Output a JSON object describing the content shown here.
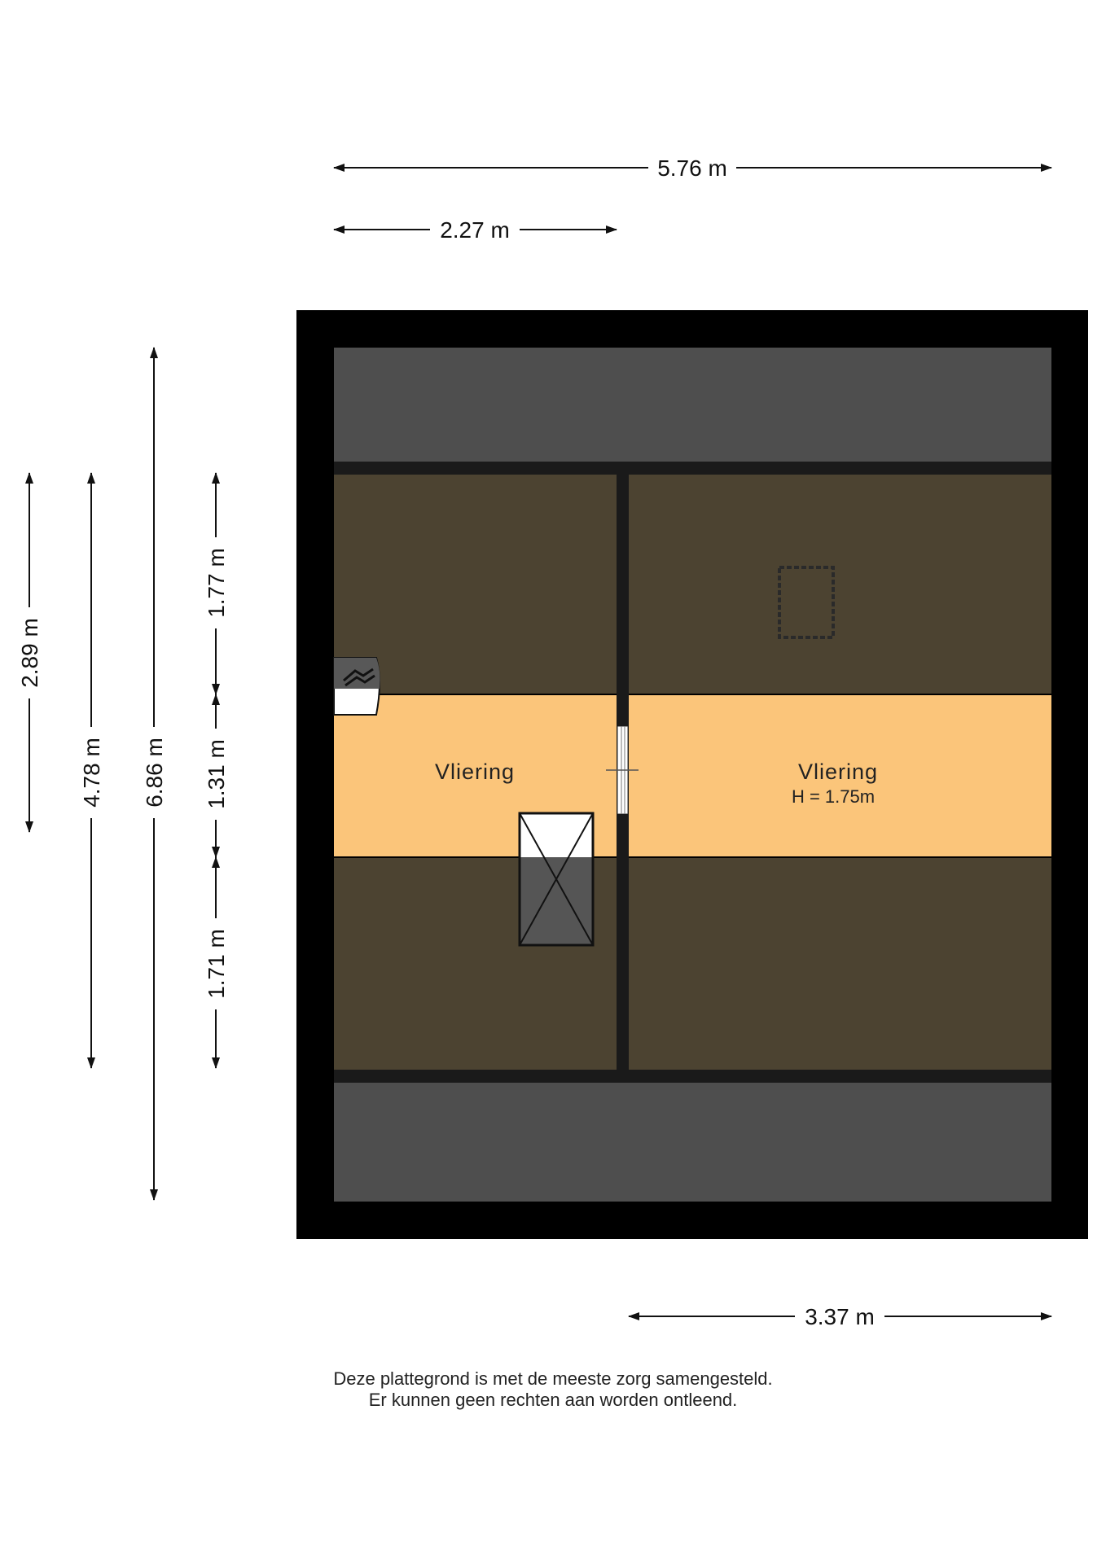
{
  "dimensions": {
    "total_width": "5.76 m",
    "left_width": "2.27 m",
    "right_width": "3.37 m",
    "total_depth": "6.86 m",
    "floor_depth": "4.78 m",
    "upper_depth": "2.89 m",
    "segment_top": "1.77 m",
    "segment_middle": "1.31 m",
    "segment_bottom": "1.71 m"
  },
  "rooms": {
    "left": {
      "label": "Vliering"
    },
    "right": {
      "label": "Vliering",
      "height": "H = 1.75m"
    }
  },
  "disclaimer": {
    "line1": "Deze plattegrond is met de meeste zorg samengesteld.",
    "line2": "Er kunnen geen rechten aan worden ontleend."
  },
  "colors": {
    "wall": "#000000",
    "roof_slope": "#4e4e4e",
    "low_floor": "#4c4331",
    "room_floor": "#fbc57a"
  }
}
